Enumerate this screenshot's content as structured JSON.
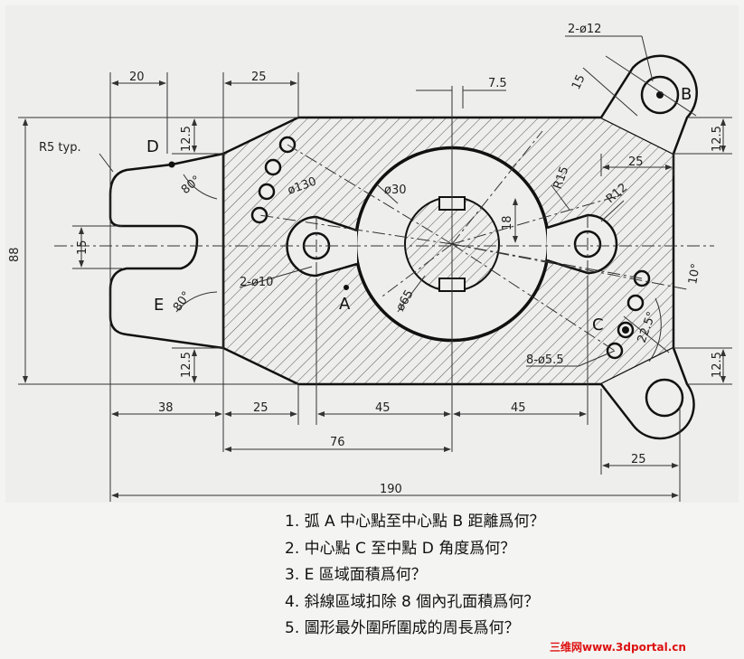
{
  "dimensions": {
    "d20": "20",
    "d25_top": "25",
    "d7_5": "7.5",
    "d2_phi12": "2-ø12",
    "d15_top": "15",
    "d12_5_right_top": "12.5",
    "d25_right_top": "25",
    "d12_5_left_top": "12.5",
    "r5_typ": "R5 typ.",
    "d80_top": "80°",
    "phi130": "ø130",
    "phi30": "ø30",
    "r15": "R15",
    "r12": "R12",
    "d18": "18",
    "d88": "88",
    "d15_left": "15",
    "d10_deg": "10°",
    "d2_phi10": "2-ø10",
    "d80_bottom": "80°",
    "phi65": "ø65",
    "d22_5": "22.5°",
    "d8_phi5_5": "8-ø5.5",
    "d12_5_left_bottom": "12.5",
    "d12_5_right_bottom": "12.5",
    "d38": "38",
    "d25_bottom": "25",
    "d45_left": "45",
    "d45_right": "45",
    "d76": "76",
    "d25_right_bottom": "25",
    "d190": "190"
  },
  "points": {
    "A": "A",
    "B": "B",
    "C": "C",
    "D": "D",
    "E": "E"
  },
  "questions": [
    "1.  弧 A 中心點至中心點 B 距離爲何？",
    "2.  中心點 C 至中點 D 角度爲何？",
    "3.  E 區域面積爲何？",
    "4.  斜線區域扣除 8 個內孔面積爲何？",
    "5.  圖形最外圍所圍成的周長爲何？"
  ],
  "watermark": "三维网www.3dportal.cn"
}
